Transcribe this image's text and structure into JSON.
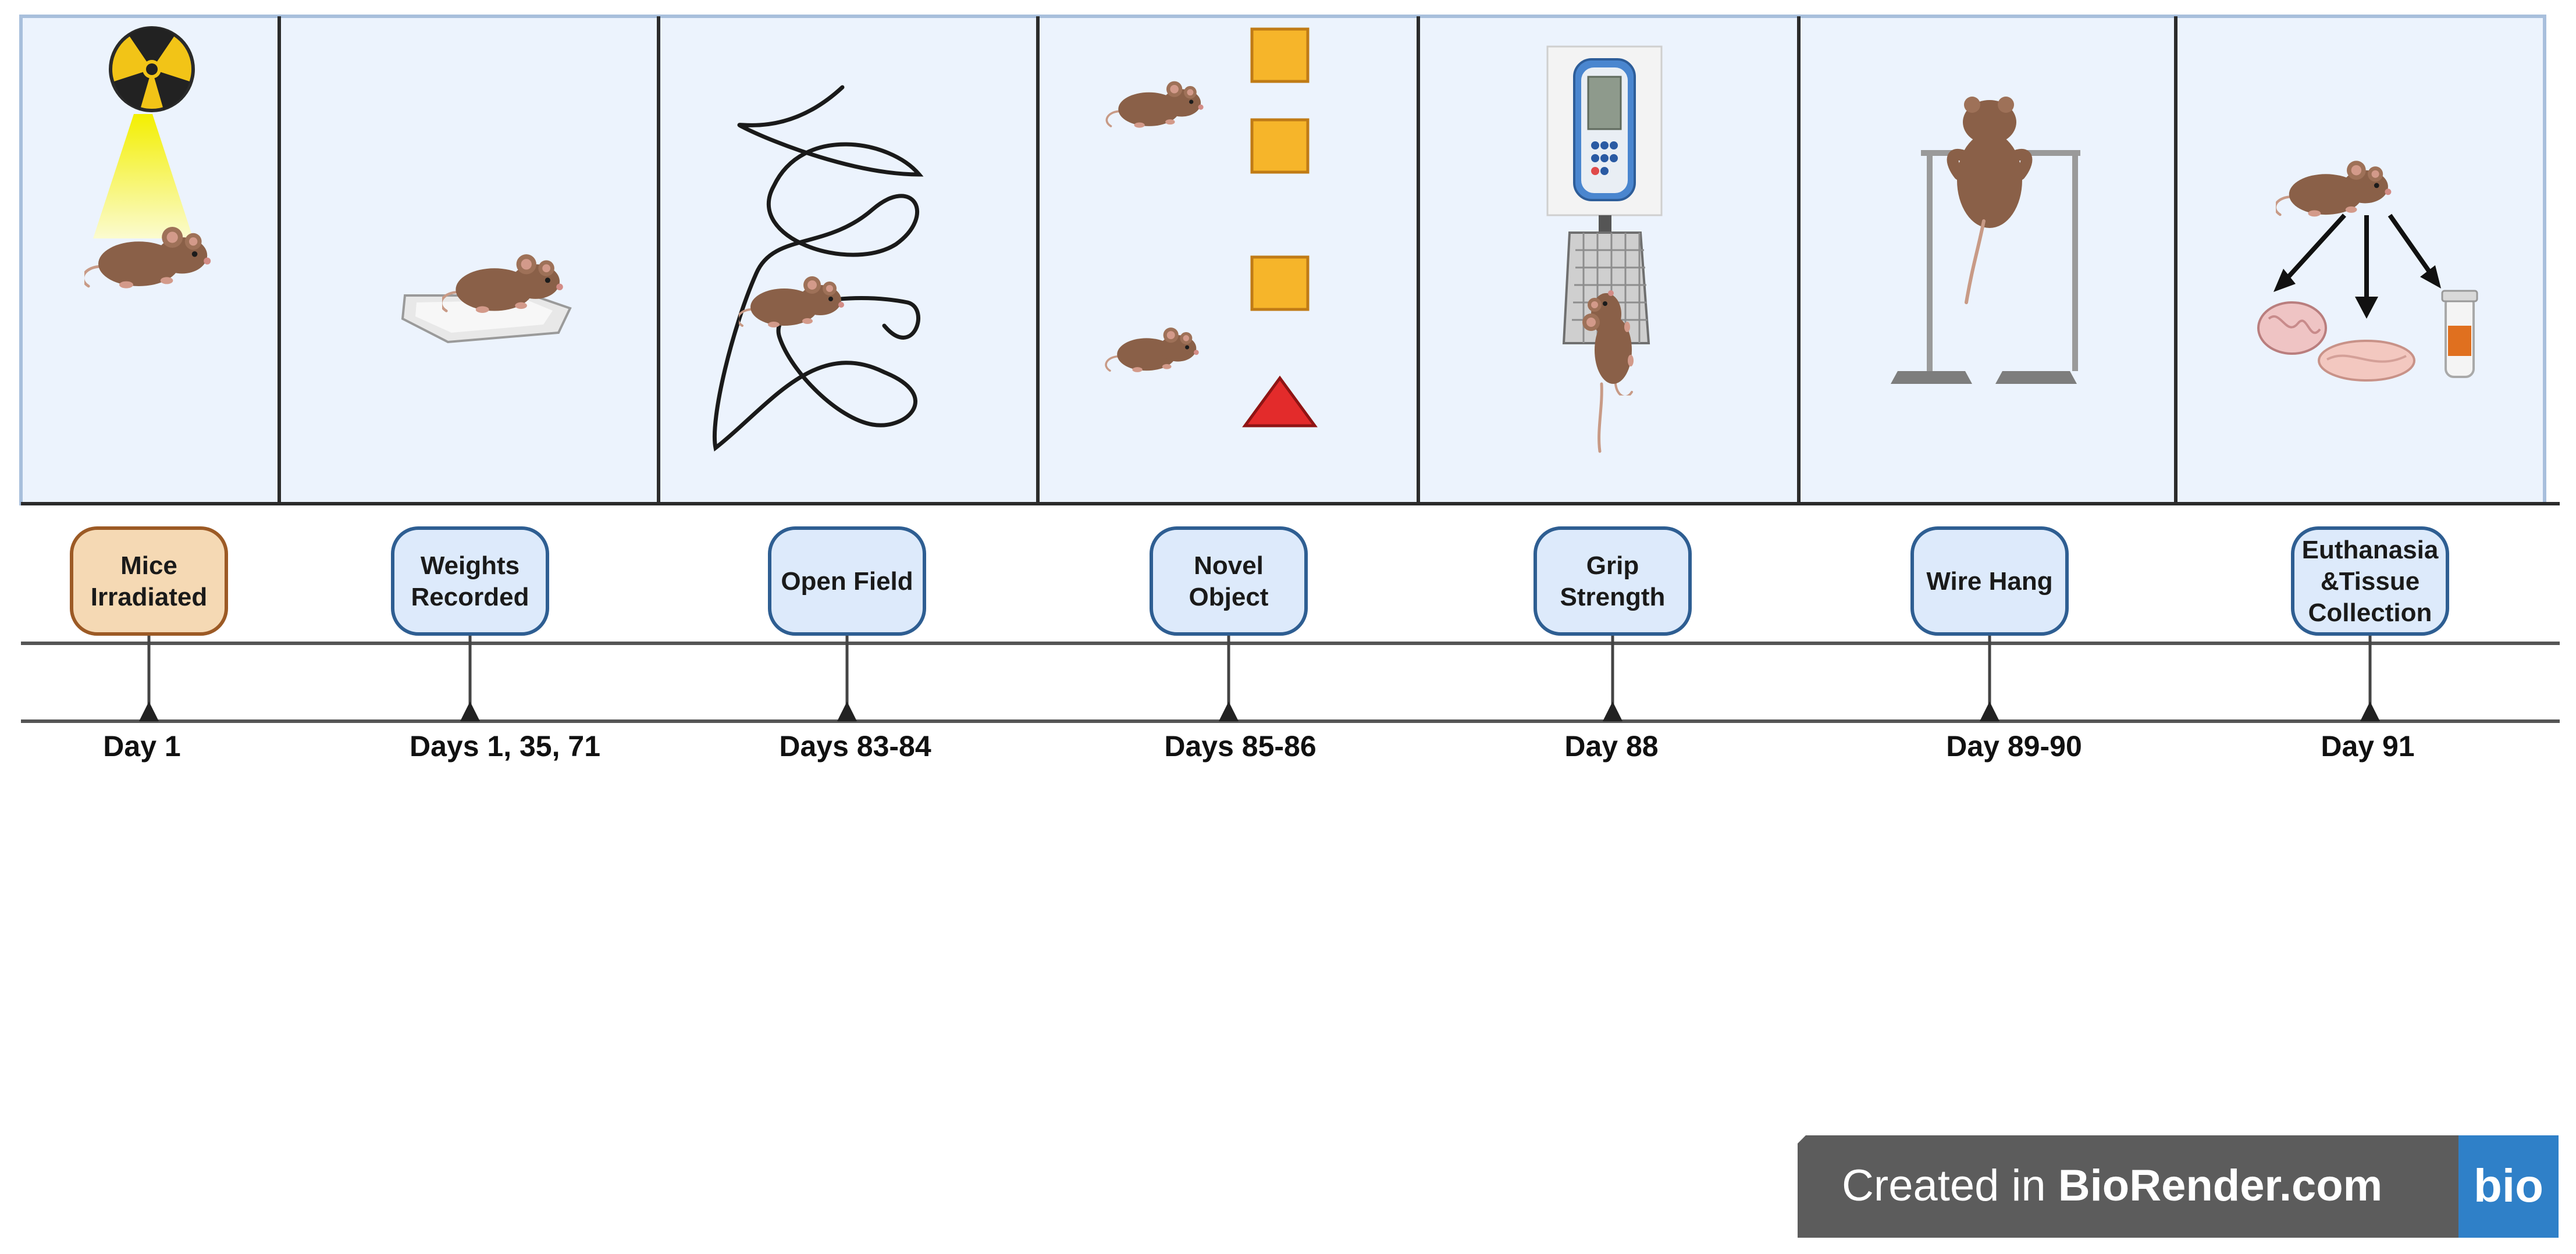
{
  "timeline": {
    "steps": [
      {
        "label_lines": [
          "Mice",
          "Irradiated"
        ],
        "day": "Day 1",
        "illustration": "irradiated-mouse",
        "highlight": true
      },
      {
        "label_lines": [
          "Weights",
          "Recorded"
        ],
        "day": "Days 1, 35, 71",
        "illustration": "mouse-on-scale",
        "highlight": false
      },
      {
        "label_lines": [
          "Open Field"
        ],
        "day": "Days 83-84",
        "illustration": "open-field-track",
        "highlight": false
      },
      {
        "label_lines": [
          "Novel",
          "Object"
        ],
        "day": "Days 85-86",
        "illustration": "novel-object-test",
        "highlight": false
      },
      {
        "label_lines": [
          "Grip",
          "Strength"
        ],
        "day": "Day 88",
        "illustration": "grip-strength-meter",
        "highlight": false
      },
      {
        "label_lines": [
          "Wire Hang"
        ],
        "day": "Day 89-90",
        "illustration": "wire-hang-apparatus",
        "highlight": false
      },
      {
        "label_lines": [
          "Euthanasia",
          "&Tissue",
          "Collection"
        ],
        "day": "Day 91",
        "illustration": "tissue-collection",
        "highlight": false
      }
    ]
  },
  "badge": {
    "text_prefix": "Created in ",
    "text_brand": "BioRender.com",
    "logo": "bio"
  },
  "colors": {
    "panel_fill": "#ecf3fd",
    "panel_border": "#a8bfdc",
    "box_fill": "#ddeafb",
    "box_border": "#2e5e92",
    "highlight_fill": "#f5d9b4",
    "highlight_border": "#9c5a25",
    "badge_bg": "#5c5c5c",
    "badge_logo_bg": "#2f80c8",
    "mouse": "#8a6048"
  }
}
